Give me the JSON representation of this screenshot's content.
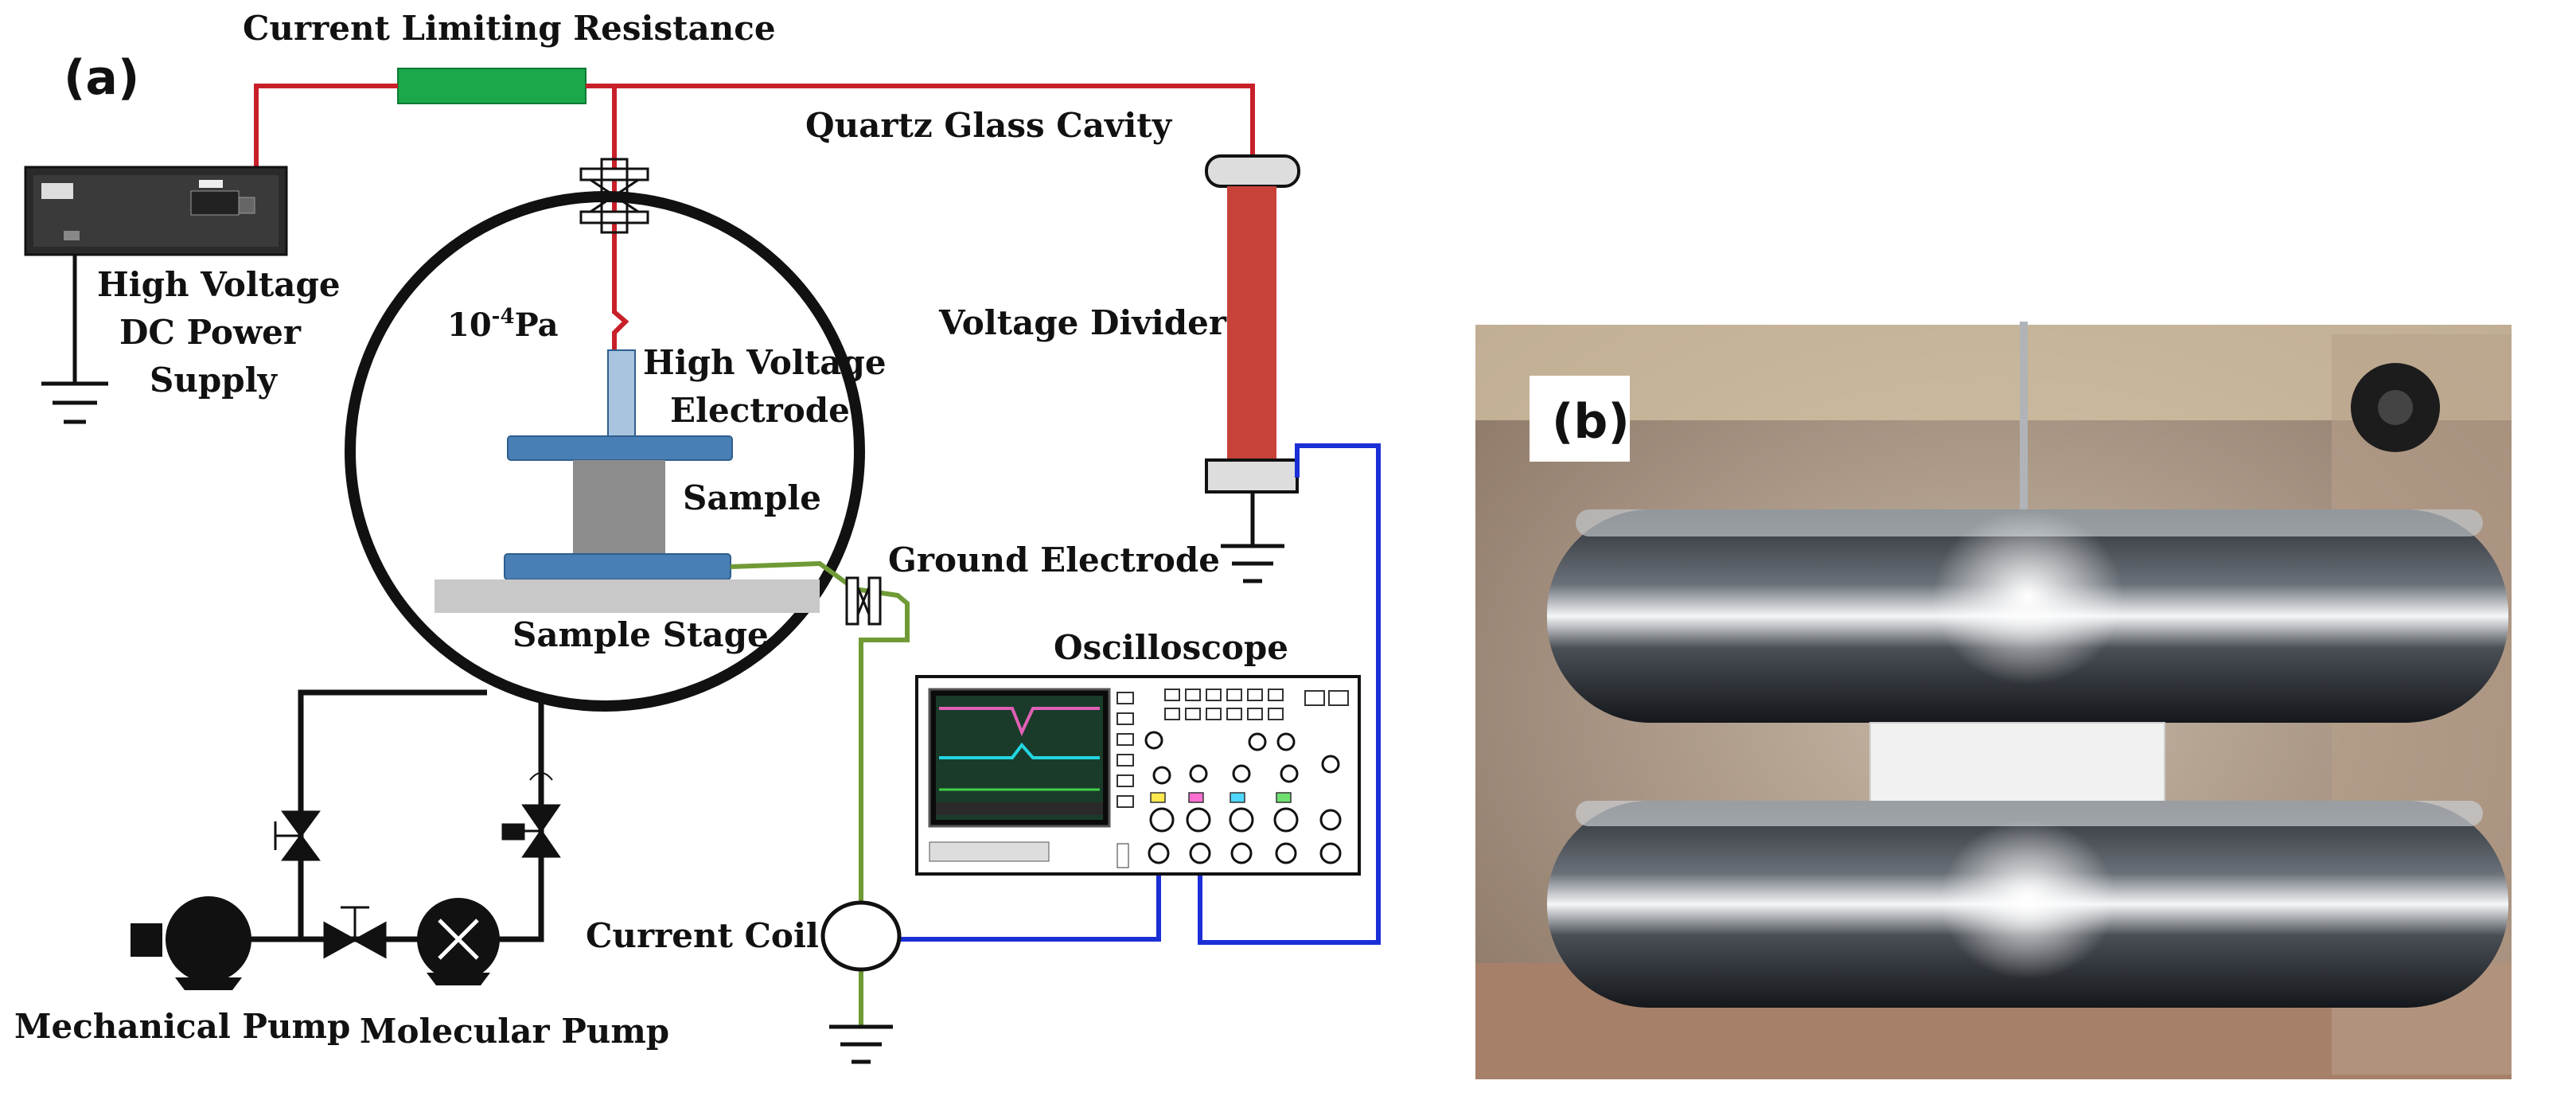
{
  "panels": {
    "a_label": "(a)",
    "b_label": "(b)"
  },
  "labels": {
    "resistance": "Current Limiting Resistance",
    "cavity": "Quartz Glass Cavity",
    "power_supply": [
      "High Voltage",
      "DC Power",
      "Supply"
    ],
    "pressure": "10-4Pa",
    "hv_electrode": [
      "High Voltage",
      "Electrode"
    ],
    "sample": "Sample",
    "voltage_divider": "Voltage Divider",
    "ground_electrode": "Ground Electrode",
    "sample_stage": "Sample Stage",
    "oscilloscope": "Oscilloscope",
    "current_coil": "Current Coil",
    "mechanical_pump": "Mechanical Pump",
    "molecular_pump": "Molecular Pump"
  },
  "colors": {
    "hv_wire": "#c8202a",
    "ground_wire": "#6f9a36",
    "signal_wire": "#1b2fd6",
    "resistor": "#1aa84a",
    "divider": "#c8423a",
    "electrode": "#4a7fb5",
    "sample": "#8c8c8c",
    "stage": "#c8c8c8"
  },
  "icons": [
    "power-supply-icon",
    "ground-icon",
    "valve-icon",
    "mechanical-pump-icon",
    "molecular-pump-icon",
    "oscilloscope-icon",
    "current-coil-icon",
    "feedthrough-icon"
  ]
}
